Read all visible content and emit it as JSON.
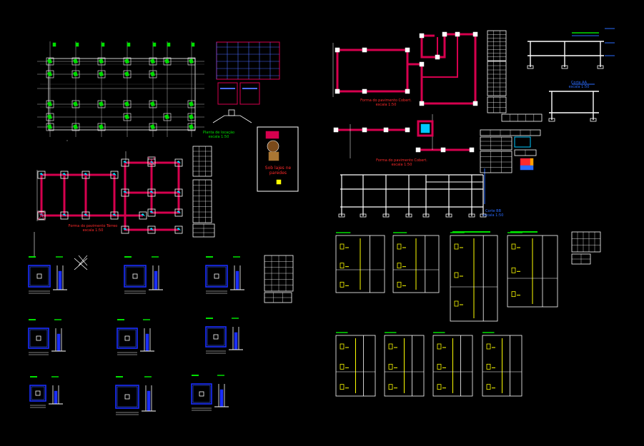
{
  "sheet": {
    "background": "#000000",
    "colors": {
      "structure": "#ffffff",
      "beam": "#d6004e",
      "footing": "#1a2eff",
      "title_green": "#00e000",
      "title_red": "#ff2a2a",
      "title_blue": "#2a6bff",
      "level_bar": "#00e000",
      "rebar": "#ffff00",
      "highlight": "#00c8ff"
    }
  },
  "captions": {
    "planta_locacao": [
      "Planta de locação",
      "escala 1:50"
    ],
    "planta_baldrame_terreo": [
      "Forma do pavimento Térreo",
      "escala 1:50"
    ],
    "planta_baldrame_cobertura": [
      "Forma do pavimento Cobert.",
      "escala 1:50"
    ],
    "planta_cobertura_2": [
      "Forma do pavimento Cobert.",
      "escala 1:50"
    ],
    "detalhe_paredes": [
      "Sob lajes ne",
      "paredes"
    ],
    "corte": [
      "Corte AA",
      "escala 1:50"
    ],
    "corte_2": [
      "Corte BB",
      "escala 1:50"
    ]
  }
}
